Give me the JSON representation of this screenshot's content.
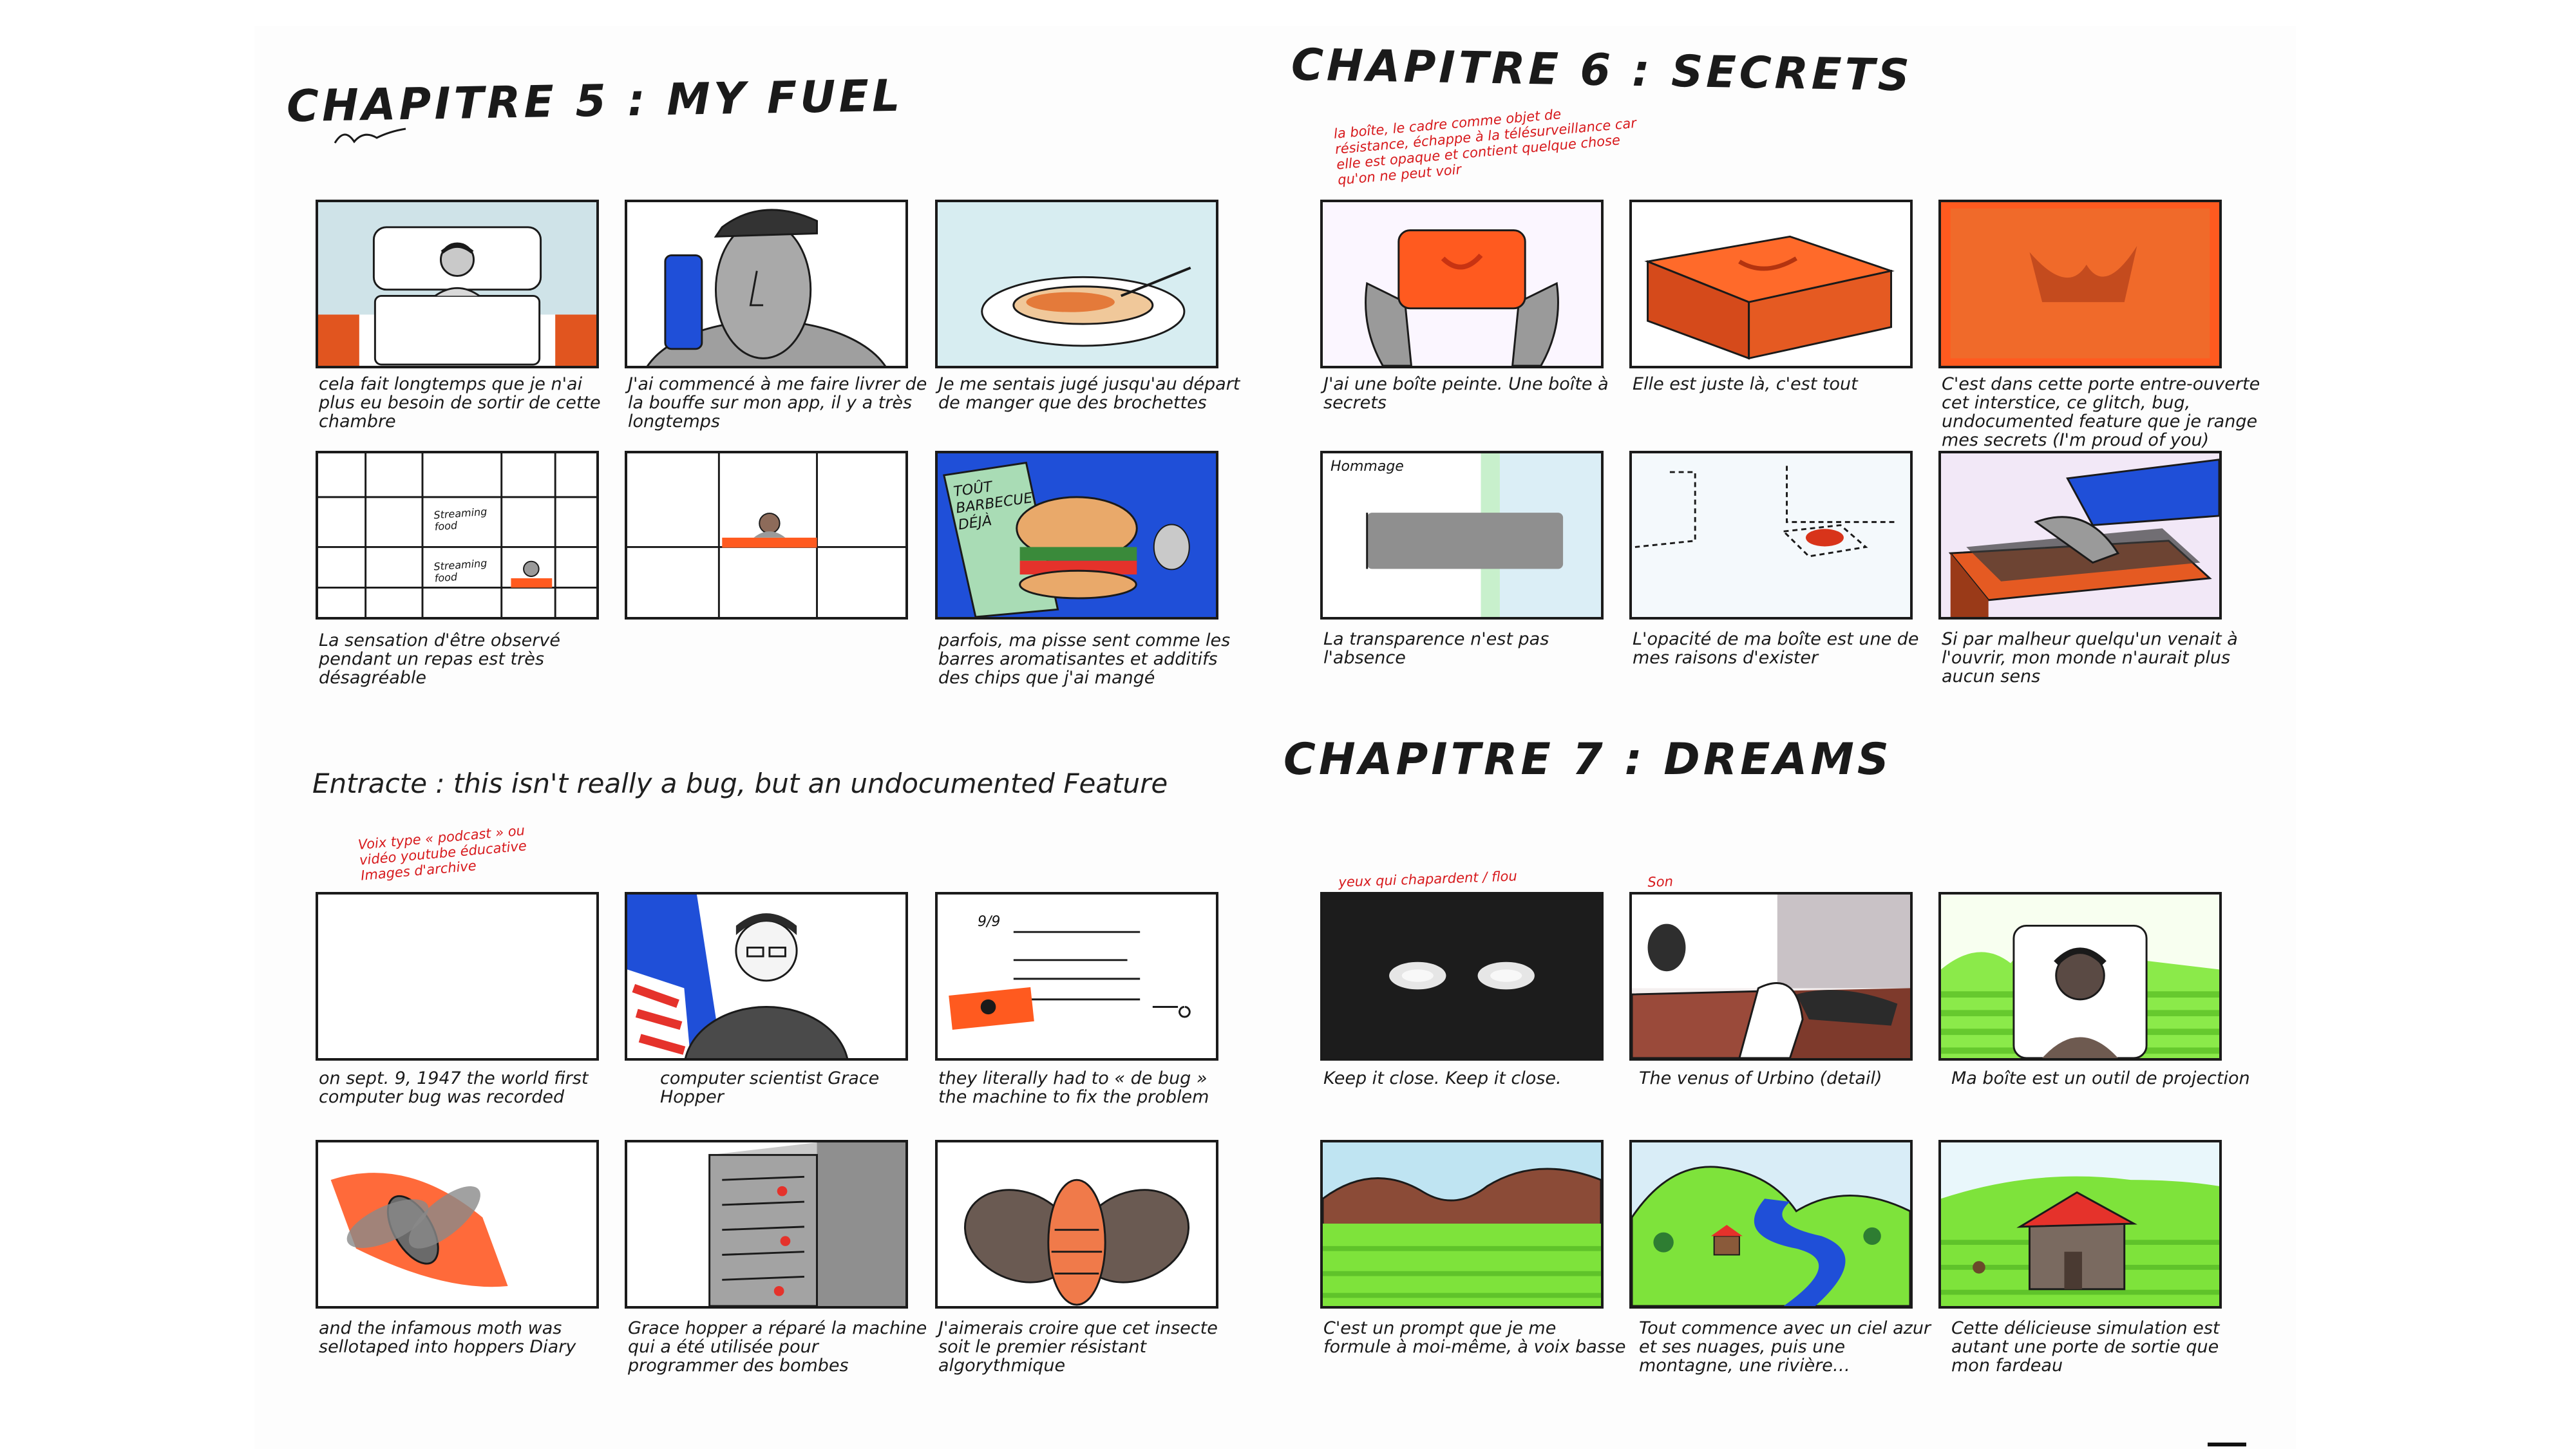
{
  "chapters": [
    {
      "title": "CHAPITRE 5 : MY FUEL"
    },
    {
      "title": "CHAPITRE 6 : SECRETS"
    },
    {
      "title": "CHAPITRE 7 : DREAMS"
    }
  ],
  "entracte": {
    "title": "Entracte : this isn't really a bug, but an undocumented Feature"
  },
  "annotations": [
    {
      "text": "la boîte, le cadre comme objet de résistance, échappe à la télésurveillance car elle est opaque et contient quelque chose qu'on ne peut voir"
    },
    {
      "text": "Voix type « podcast » ou vidéo youtube éducative Images d'archive"
    },
    {
      "text": "yeux qui chapardent / flou"
    },
    {
      "text": "Son"
    }
  ],
  "panel_texts": {
    "p5_4_a": "Streaming food",
    "p5_4_b": "Streaming food",
    "p5_6": "TOÛT BARBECUE DÉJÀ",
    "p6_4": "Hommage",
    "p8_3": "9/9"
  },
  "captions": {
    "c5": [
      "cela fait longtemps que je n'ai plus eu besoin de sortir de cette chambre",
      "J'ai commencé à me faire livrer de la bouffe sur mon app, il y a très longtemps",
      "Je me sentais jugé jusqu'au départ de manger que des brochettes",
      "La sensation d'être observé pendant un repas est très désagréable",
      "",
      "parfois, ma pisse sent comme les barres aromatisantes et additifs des chips que j'ai mangé"
    ],
    "c6": [
      "J'ai une boîte peinte. Une boîte à secrets",
      "Elle est juste là, c'est tout",
      "C'est dans cette porte entre-ouverte cet interstice, ce glitch, bug, undocumented feature que je range mes secrets (I'm proud of you)",
      "La transparence n'est pas l'absence",
      "L'opacité de ma boîte est une de mes raisons d'exister",
      "Si par malheur quelqu'un venait à l'ouvrir, mon monde n'aurait plus aucun sens"
    ],
    "c8": [
      "on sept. 9, 1947 the world first computer bug was recorded",
      "computer scientist Grace Hopper",
      "they literally had to « de bug » the machine to fix the problem",
      "and the infamous moth was sellotaped into hoppers Diary",
      "Grace hopper a réparé la machine qui a été utilisée pour programmer des bombes",
      "J'aimerais croire que cet insecte soit le premier résistant algorythmique"
    ],
    "c7": [
      "Keep it close. Keep it close.",
      "The venus of Urbino (detail)",
      "Ma boîte est un outil de projection",
      "C'est un prompt que je me formule à moi-même, à voix basse",
      "Tout commence avec un ciel azur et ses nuages, puis une montagne, une rivière…",
      "Cette délicieuse simulation est autant une porte de sortie que mon fardeau"
    ]
  },
  "colors": {
    "ink": "#1a1a1a",
    "annotation_red": "#d7191c",
    "marker_orange": "#ff5a1f",
    "marker_green": "#7ee33b",
    "marker_blue": "#1f4fd8",
    "marker_grey": "#9a9a9a",
    "marker_brown": "#8a4a35",
    "sky_blue": "#cfe6f2"
  }
}
